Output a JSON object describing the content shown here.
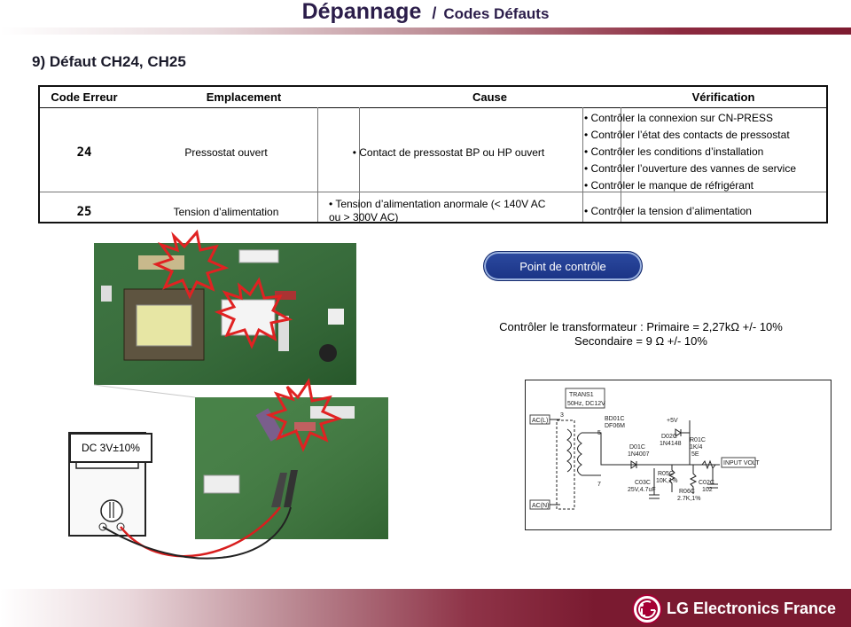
{
  "header": {
    "title": "Dépannage",
    "separator": "/",
    "subtitle": "Codes Défauts"
  },
  "section_title": "9) Défaut CH24, CH25",
  "table": {
    "headers": [
      "Code Erreur",
      "Emplacement",
      "Cause",
      "Vérification"
    ],
    "rows": [
      {
        "code": "24",
        "location": "Pressostat ouvert",
        "cause": "• Contact de pressostat BP ou HP ouvert",
        "checks": [
          "• Contrôler la connexion sur CN-PRESS",
          "• Contrôler l’état des contacts de pressostat",
          "• Contrôler les conditions d’installation",
          "• Contrôler l’ouverture des vannes de service",
          "• Contrôler le manque de réfrigérant"
        ]
      },
      {
        "code": "25",
        "location": "Tension d’alimentation",
        "cause_line1": "• Tension d’alimentation anormale (< 140V AC",
        "cause_line2": "ou > 300V AC)",
        "checks": [
          "• Contrôler la tension d’alimentation"
        ]
      }
    ]
  },
  "control_point": {
    "button": "Point de contrôle",
    "line1": "Contrôler le transformateur : Primaire = 2,27kΩ +/- 10%",
    "line2": "Secondaire = 9 Ω +/- 10%"
  },
  "meter": {
    "label": "DC 3V±10%"
  },
  "schematic": {
    "trans_label": "TRANS1",
    "trans_spec": "50Hz, DC12V",
    "ac_l": "AC(L)",
    "ac_n": "AC(N)",
    "pin3": "3",
    "pin5": "5",
    "pin7": "7",
    "bd01": "BD01C",
    "bd01_part": "DF06M",
    "d01": "D01C",
    "d01_part": "1N4007",
    "d02": "D02C",
    "d02_part": "1N4148",
    "plus5": "+5V",
    "r01": "R01C",
    "r01_val": "1K/4",
    "r01_tol": "5E",
    "c03": "C03C",
    "c03_val": "25V,4.7uF",
    "r05": "R05C",
    "r05_val": "10K,1%",
    "r06": "R06C",
    "r06_val": "2.7K,1%",
    "c02": "C02C",
    "c02_val": "102",
    "input_volt": "INPUT VOLT"
  },
  "footer": {
    "brand": "LG Electronics France"
  },
  "colors": {
    "brand_red": "#a50034",
    "header_text": "#2b1d4a",
    "button_blue": "#1a3385",
    "wire_red": "#d81e1e"
  }
}
